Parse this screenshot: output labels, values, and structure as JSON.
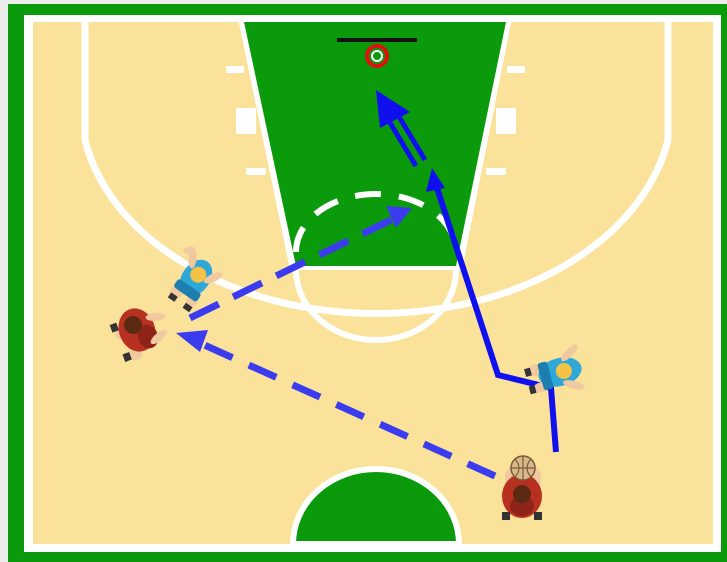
{
  "colors": {
    "border_green": "#0B9A0B",
    "court_tan": "#FBE29A",
    "key_green": "#0B9A0B",
    "line_white": "#FFFFFF",
    "arrow_blue": "#1010EE",
    "pass_blue": "#3B3BF0",
    "rim_red": "#E01010",
    "backboard": "#111111",
    "offense_jersey": "#B83020",
    "defense_jersey": "#2FA8D8",
    "ball": "#D9B98A"
  },
  "players": {
    "offense": [
      {
        "name": "ball-handler",
        "has_ball": true
      },
      {
        "name": "wing-receiver",
        "has_ball": false
      }
    ],
    "defense": [
      {
        "name": "defender-left"
      },
      {
        "name": "defender-right"
      }
    ]
  },
  "actions": [
    {
      "type": "pass",
      "from": "ball-handler",
      "to": "wing-receiver",
      "style": "dashed"
    },
    {
      "type": "pass",
      "from": "wing-receiver",
      "to": "lane",
      "style": "dashed"
    },
    {
      "type": "cut",
      "from": "ball-handler",
      "to": "basket",
      "style": "solid"
    }
  ]
}
